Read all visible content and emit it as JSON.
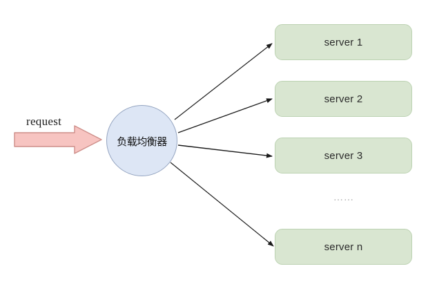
{
  "diagram": {
    "title": "load-balancer-fanout",
    "background_color": "#ffffff",
    "request": {
      "label": "request",
      "arrow_fill": "#f7c4c1",
      "arrow_stroke": "#cd8d88"
    },
    "load_balancer": {
      "label": "负载均衡器",
      "fill": "#dde6f5",
      "stroke": "#94a4c0"
    },
    "servers": [
      {
        "label": "server 1"
      },
      {
        "label": "server 2"
      },
      {
        "label": "server 3"
      },
      {
        "label": "server n"
      }
    ],
    "server_style": {
      "fill": "#d9e6d1",
      "stroke": "#bcd2b2"
    },
    "ellipsis": "……",
    "edge_color": "#1a1a1a"
  }
}
